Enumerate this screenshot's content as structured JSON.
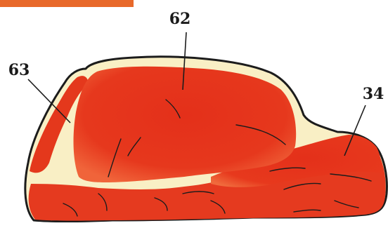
{
  "diagram": {
    "labels": [
      {
        "id": "label-62",
        "text": "62"
      },
      {
        "id": "label-63",
        "text": "63"
      },
      {
        "id": "label-34",
        "text": "34"
      }
    ],
    "colors": {
      "meat": "#e53a1f",
      "meat_highlight": "#f15a2f",
      "fat": "#f9efc5",
      "outline": "#1c1c1c",
      "top_bar": "#e8692a"
    }
  }
}
